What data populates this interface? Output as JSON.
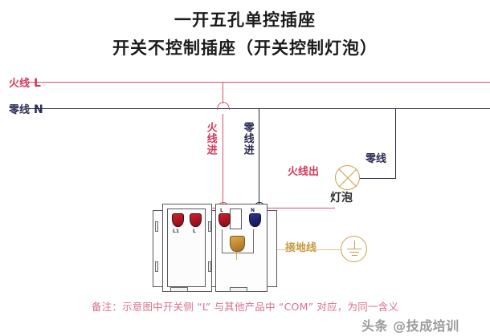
{
  "title": {
    "line1": "一开五孔单控插座",
    "line2": "开关不控制插座（开关控制灯泡）"
  },
  "bus_labels": {
    "live_cn": "火线",
    "live_en": "L",
    "neutral_cn": "零线",
    "neutral_en": "N"
  },
  "wire_labels": {
    "live_in": "火线进",
    "neutral_in": "零线进",
    "live_out": "火线出",
    "neutral_right": "零线",
    "lamp": "灯泡",
    "ground": "接地线"
  },
  "device": {
    "terminals": [
      {
        "id": "L1",
        "label": "L1",
        "color": "#b01523"
      },
      {
        "id": "L",
        "label": "L",
        "color": "#b01523"
      },
      {
        "id": "socket_L",
        "label": "L",
        "color": "#b01523"
      },
      {
        "id": "socket_N",
        "label": "N",
        "color": "#23268c"
      },
      {
        "id": "socket_E",
        "label": "",
        "color": "#c0872f"
      }
    ]
  },
  "footnote": "备注：示意图中开关侧 “L” 与其他产品中 “COM” 对应，为同一含义",
  "watermark": "头条 @技成培训",
  "colors": {
    "live": "#d43a5c",
    "neutral": "#2b2b55",
    "ground": "#c59a3e",
    "title": "#1c1c1c",
    "footnote": "#d9708a"
  }
}
